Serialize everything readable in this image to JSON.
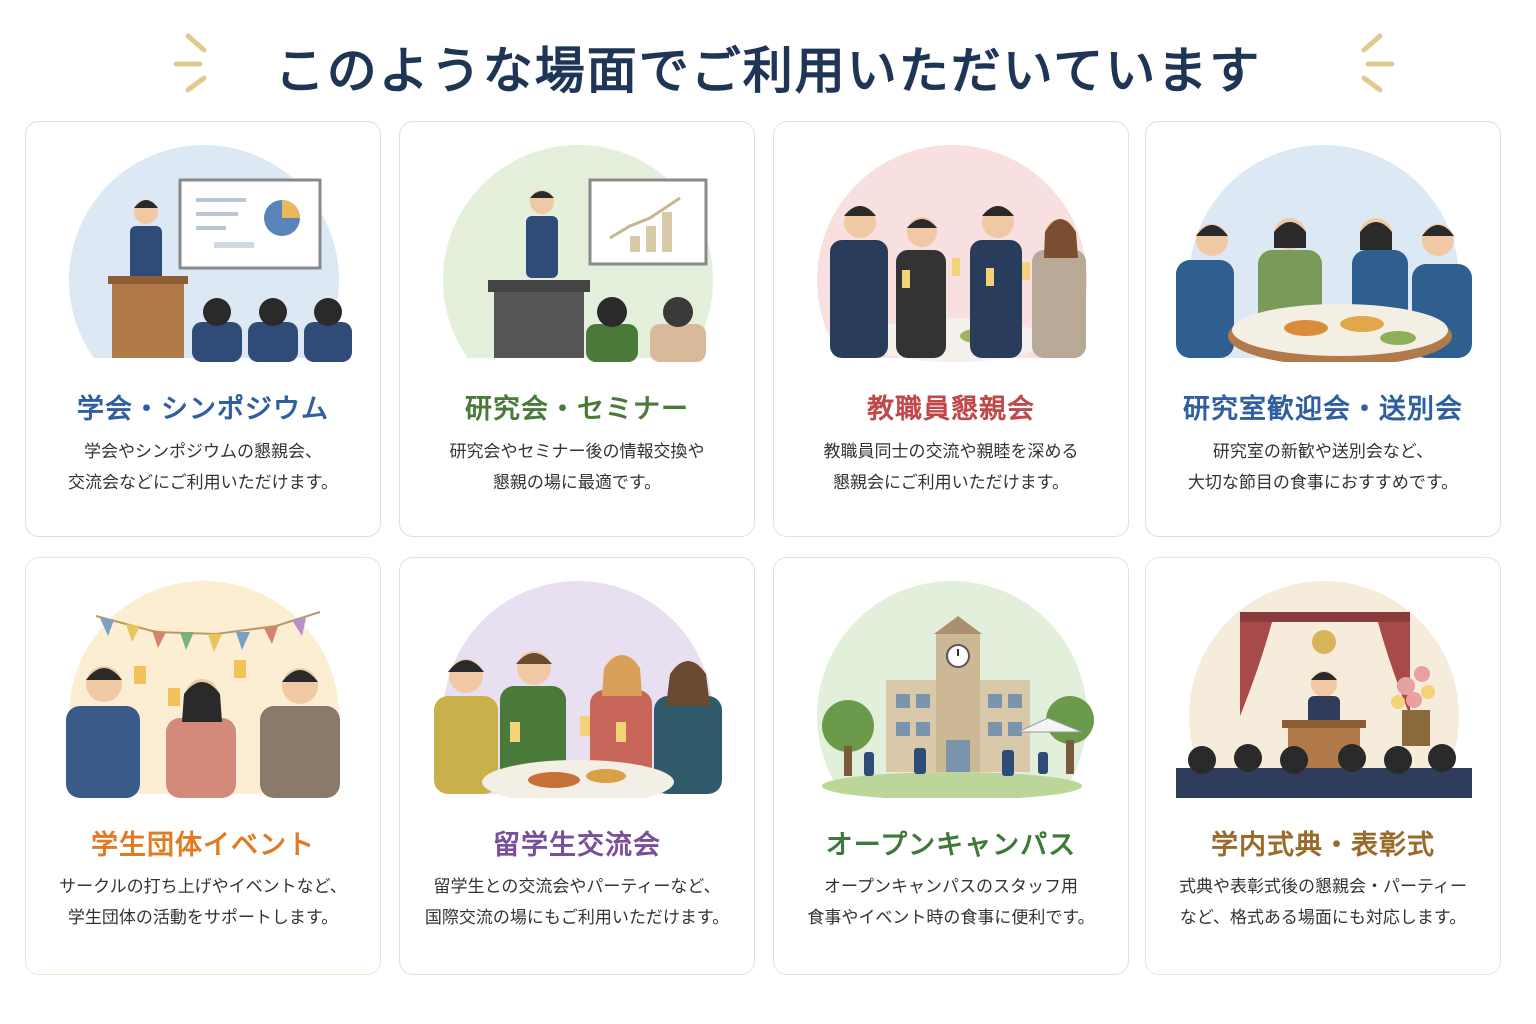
{
  "header": {
    "title": "このような場面でご利用いただいています",
    "accent": "#e2c98c",
    "title_color": "#1f3556"
  },
  "cards": [
    {
      "title": "学会・シンポジウム",
      "desc1": "学会やシンポジウムの懇親会、",
      "desc2": "交流会などにご利用いただけます。",
      "color": "#2f5fa0",
      "bg": "#dde8f5",
      "border": "#cfdfee",
      "icon": "presentation-lecture-icon"
    },
    {
      "title": "研究会・セミナー",
      "desc1": "研究会やセミナー後の情報交換や",
      "desc2": "懇親の場に最適です。",
      "color": "#4a7a3a",
      "bg": "#e4efdc",
      "border": "#dde3d6",
      "icon": "seminar-podium-icon"
    },
    {
      "title": "教職員懇親会",
      "desc1": "教職員同士の交流や親睦を深める",
      "desc2": "懇親会にご利用いただけます。",
      "color": "#c0474a",
      "bg": "#f8dfe0",
      "border": "#efdcdc",
      "icon": "toast-party-icon"
    },
    {
      "title": "研究室歓迎会・送別会",
      "desc1": "研究室の新歓や送別会など、",
      "desc2": "大切な節目の食事におすすめです。",
      "color": "#2f5fa0",
      "bg": "#dde8f5",
      "border": "#cfdfee",
      "icon": "group-dinner-icon"
    },
    {
      "title": "学生団体イベント",
      "desc1": "サークルの打ち上げやイベントなど、",
      "desc2": "学生団体の活動をサポートします。",
      "color": "#e07b22",
      "bg": "#fbeed3",
      "border": "#f1e2cc",
      "icon": "student-celebration-icon"
    },
    {
      "title": "留学生交流会",
      "desc1": "留学生との交流会やパーティーなど、",
      "desc2": "国際交流の場にもご利用いただけます。",
      "color": "#7a4f9a",
      "bg": "#e8e0f1",
      "border": "#e2dbe8",
      "icon": "international-exchange-icon"
    },
    {
      "title": "オープンキャンパス",
      "desc1": "オープンキャンパスのスタッフ用",
      "desc2": "食事やイベント時の食事に便利です。",
      "color": "#3d7a3a",
      "bg": "#e2efdb",
      "border": "#dbe5d6",
      "icon": "campus-building-icon"
    },
    {
      "title": "学内式典・表彰式",
      "desc1": "式典や表彰式後の懇親会・パーティー",
      "desc2": "など、格式ある場面にも対応します。",
      "color": "#9a6a2a",
      "bg": "#f6ecdb",
      "border": "#efe3cf",
      "icon": "ceremony-stage-icon"
    }
  ]
}
